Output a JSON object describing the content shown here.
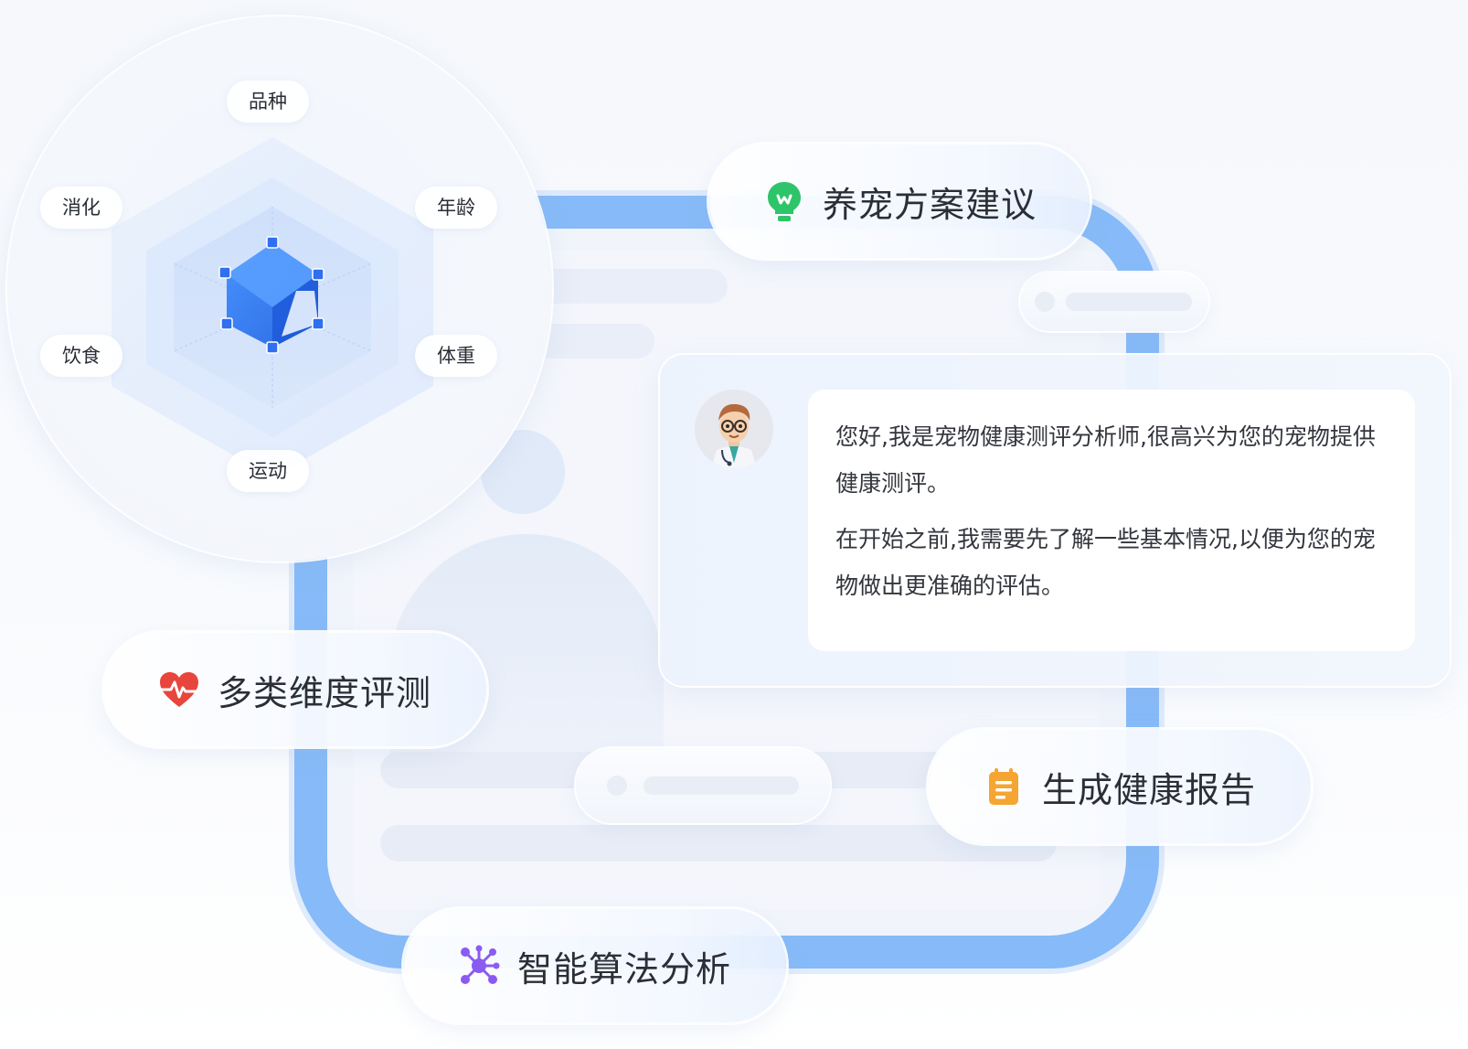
{
  "assessment": {
    "dimensions": [
      {
        "key": "breed",
        "label": "品种"
      },
      {
        "key": "age",
        "label": "年龄"
      },
      {
        "key": "weight",
        "label": "体重"
      },
      {
        "key": "exercise",
        "label": "运动"
      },
      {
        "key": "diet",
        "label": "饮食"
      },
      {
        "key": "digestion",
        "label": "消化"
      }
    ]
  },
  "features": {
    "plan_advice": "养宠方案建议",
    "multi_dimension": "多类维度评测",
    "health_report": "生成健康报告",
    "smart_algorithm": "智能算法分析"
  },
  "chat": {
    "greeting": "您好,我是宠物健康测评分析师,很高兴为您的宠物提供健康测评。",
    "followup": "在开始之前,我需要先了解一些基本情况,以便为您的宠物做出更准确的评估。"
  },
  "colors": {
    "device_frame": "#86baf8",
    "plan_icon": "#2ec46a",
    "heart_icon": "#e8453c",
    "report_icon": "#f5a532",
    "algorithm_icon": "#8a5bf0",
    "radar_fill": "#2f7cf5"
  },
  "icons": {
    "plan": "lightbulb-icon",
    "multi": "heart-pulse-icon",
    "report": "clipboard-icon",
    "algorithm": "molecule-icon",
    "avatar": "doctor-avatar"
  }
}
